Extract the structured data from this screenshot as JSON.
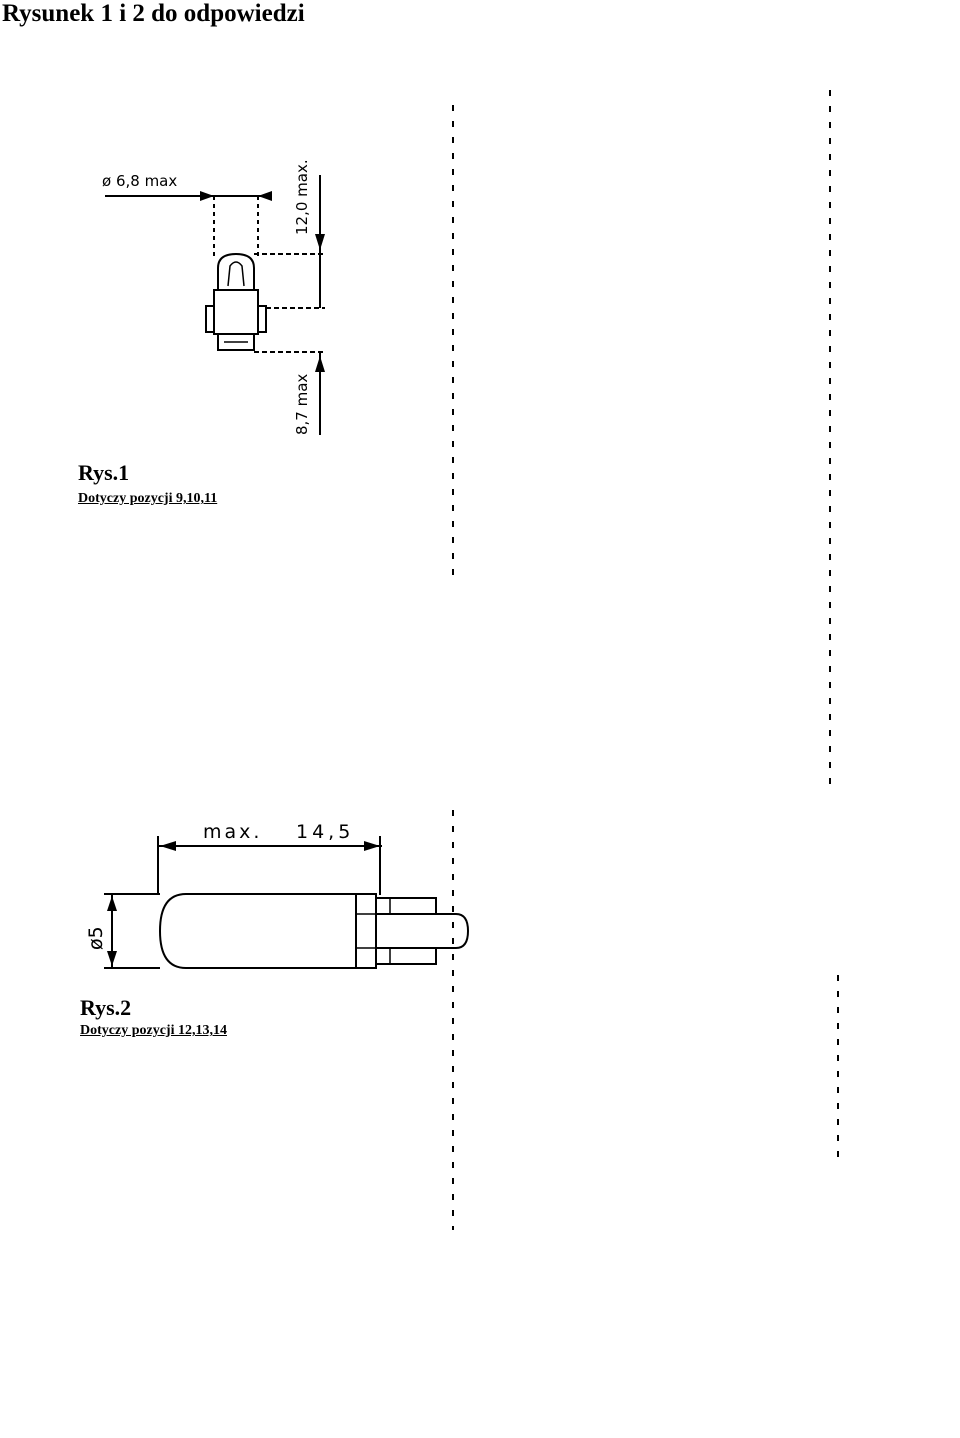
{
  "document": {
    "title": "Rysunek 1 i 2 do odpowiedzi"
  },
  "figure1": {
    "caption": "Rys.1",
    "subcaption": "Dotyczy pozycji 9,10,11",
    "dim_diameter": "ø 6,8 max",
    "dim_height": "12,0 max.",
    "dim_base": "8,7 max"
  },
  "figure2": {
    "caption": "Rys.2",
    "subcaption": "Dotyczy pozycji 12,13,14",
    "dim_length_label": "max.",
    "dim_length_value": "14,5",
    "dim_diameter": "ø5"
  }
}
